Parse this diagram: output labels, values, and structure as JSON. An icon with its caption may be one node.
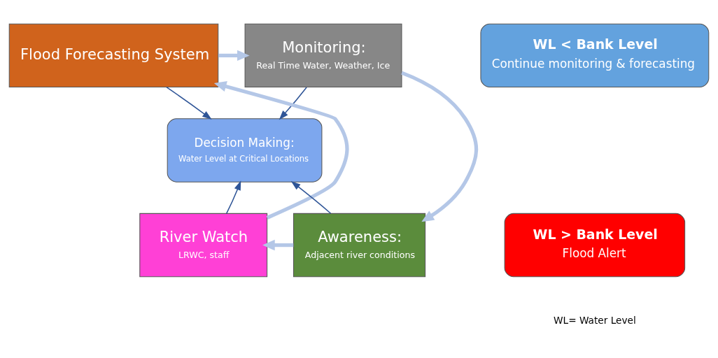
{
  "diagram": {
    "nodes": [
      {
        "text": [
          "Flood Forecasting System"
        ]
      },
      {
        "text": [
          "Monitoring:",
          "Real Time Water, Weather, Ice"
        ]
      },
      {
        "text": [
          "Decision Making:",
          "Water Level at Critical Locations"
        ]
      },
      {
        "text": [
          "River Watch",
          "LRWC, staff"
        ]
      },
      {
        "text": [
          "Awareness:",
          "Adjacent river conditions"
        ]
      },
      {
        "text": [
          "WL < Bank Level",
          "Continue monitoring & forecasting"
        ]
      },
      {
        "text": [
          "WL > Bank Level",
          "Flood Alert"
        ]
      }
    ],
    "edges": [
      {
        "from": 0,
        "to": 1,
        "arrow": "to",
        "style": "thick",
        "color": "#b4c7e7"
      },
      {
        "from": 1,
        "to": 4,
        "arrow": "to",
        "style": "thick",
        "color": "#b4c7e7"
      },
      {
        "from": 4,
        "to": 3,
        "arrow": "to",
        "style": "thick",
        "color": "#b4c7e7"
      },
      {
        "from": 3,
        "to": 0,
        "arrow": "to",
        "style": "thick",
        "color": "#b4c7e7"
      },
      {
        "from": 0,
        "to": 2,
        "arrow": "to",
        "color": "#2f5597"
      },
      {
        "from": 1,
        "to": 2,
        "arrow": "to",
        "color": "#2f5597"
      },
      {
        "from": 3,
        "to": 2,
        "arrow": "to",
        "color": "#2f5597"
      },
      {
        "from": 4,
        "to": 2,
        "arrow": "to",
        "color": "#2f5597"
      }
    ],
    "labels": [
      "WL= Water Level"
    ]
  }
}
